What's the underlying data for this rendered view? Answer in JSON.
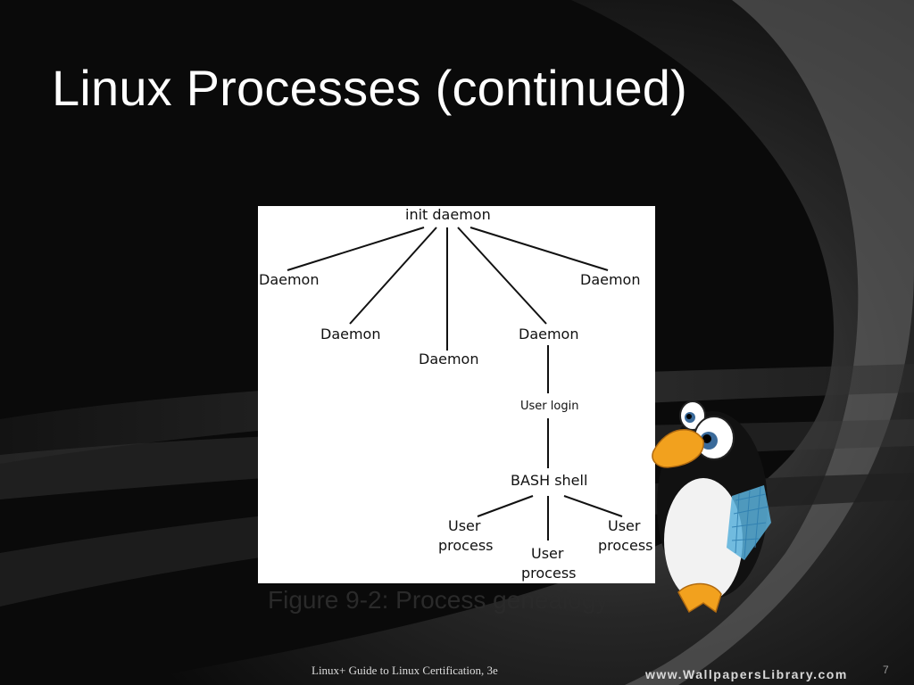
{
  "slide": {
    "title": "Linux Processes (continued)",
    "caption": "Figure 9-2: Process genealogy",
    "footer": "Linux+ Guide to Linux Certification, 3e",
    "page_number": "7",
    "watermark": "www.WallpapersLibrary.com"
  },
  "diagram": {
    "nodes": {
      "init": "init daemon",
      "daemon_1": "Daemon",
      "daemon_2": "Daemon",
      "daemon_3": "Daemon",
      "daemon_4": "Daemon",
      "daemon_5": "Daemon",
      "user_login": "User login",
      "bash_shell": "BASH shell",
      "user_process_1_line1": "User",
      "user_process_1_line2": "process",
      "user_process_2_line1": "User",
      "user_process_2_line2": "process",
      "user_process_3_line1": "User",
      "user_process_3_line2": "process"
    }
  },
  "colors": {
    "background": "#0b0b0b",
    "title_text": "#ffffff",
    "figure_background": "#ffffff",
    "diagram_lines": "#111111"
  },
  "icons": [
    "penguin-illustration"
  ]
}
